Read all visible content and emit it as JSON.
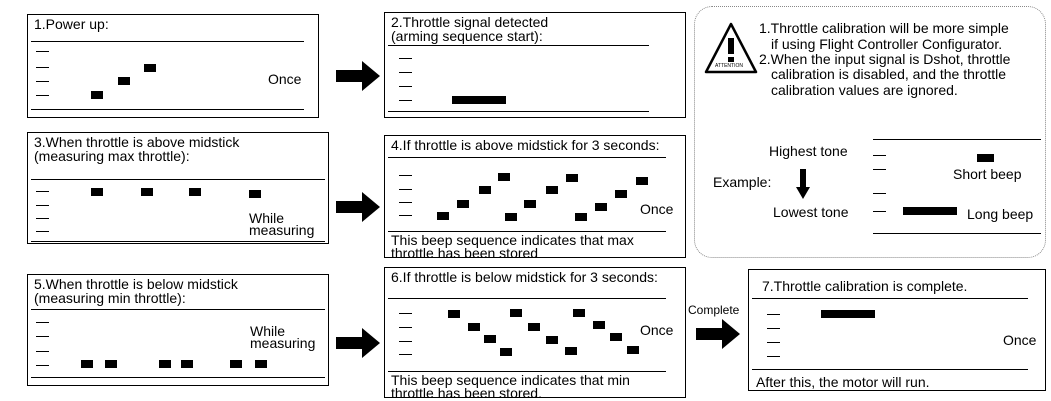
{
  "steps": {
    "s1": {
      "title": "1.Power up:",
      "label": "Once"
    },
    "s2": {
      "title": "2.Throttle signal detected\n(arming sequence start):"
    },
    "s3": {
      "title": "3.When throttle is above midstick\n(measuring max throttle):",
      "label": "While\nmeasuring"
    },
    "s4": {
      "title": "4.If throttle is above midstick for 3 seconds:",
      "label": "Once",
      "footer": "This beep sequence indicates that max\nthrottle has been stored"
    },
    "s5": {
      "title": "5.When throttle is below midstick\n(measuring min throttle):",
      "label": "While\nmeasuring"
    },
    "s6": {
      "title": "6.If throttle is below midstick for 3 seconds:",
      "label": "Once",
      "footer": "This beep sequence indicates that min\nthrottle has been stored."
    },
    "s7": {
      "title": "7.Throttle calibration is complete.",
      "label": "Once",
      "footer": "After this, the motor will run."
    }
  },
  "complete_label": "Complete",
  "notes": {
    "attention": "ATTENTION",
    "line1a": "1.Throttle calibration will be more simple",
    "line1b": "if using Flight Controller Configurator.",
    "line2a": "2.When the input signal is Dshot, throttle",
    "line2b": "calibration is disabled, and the throttle",
    "line2c": "calibration values are ignored.",
    "example": "Example:",
    "highest": "Highest tone",
    "lowest": "Lowest tone",
    "short": "Short beep",
    "long": "Long beep"
  }
}
